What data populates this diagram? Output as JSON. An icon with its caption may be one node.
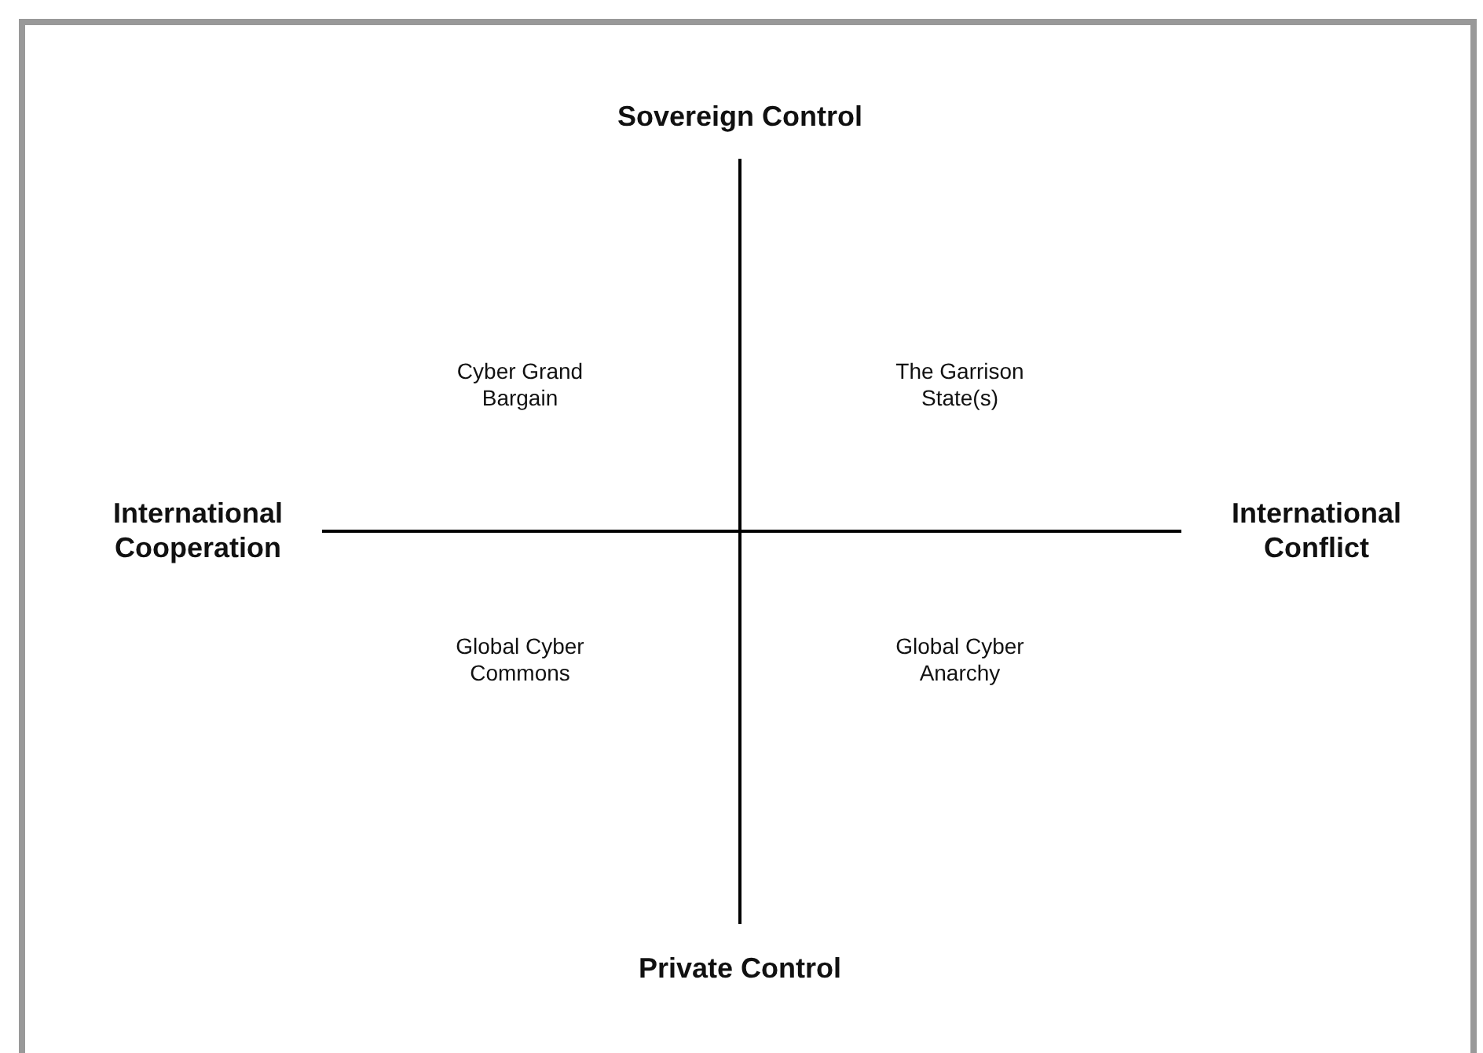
{
  "diagram": {
    "labels": [
      "Sovereign Control",
      "Cyber Grand Bargain",
      "The Garrison State(s)",
      "International Cooperation",
      "International Conflict",
      "Global Cyber Commons",
      "Global Cyber Anarchy",
      "Private Control"
    ]
  }
}
